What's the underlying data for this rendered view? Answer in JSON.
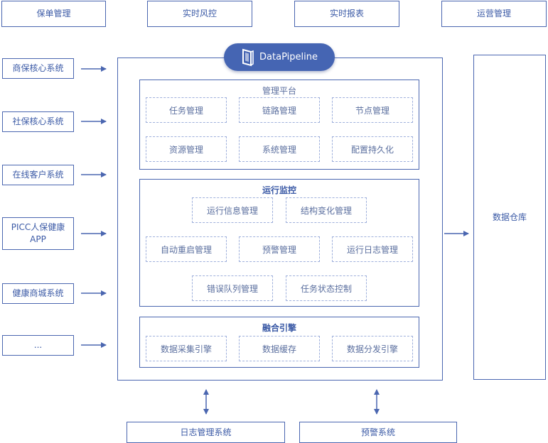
{
  "top_modules": [
    "保单管理",
    "实时风控",
    "实时报表",
    "运营管理"
  ],
  "sources": [
    "商保核心系统",
    "社保核心系统",
    "在线客户系统",
    "PICC人保健康APP",
    "健康商城系统",
    "..."
  ],
  "brand": "DataPipeline",
  "management": {
    "title": "管理平台",
    "items": [
      "任务管理",
      "链路管理",
      "节点管理",
      "资源管理",
      "系统管理",
      "配置持久化"
    ]
  },
  "monitoring": {
    "title": "运行监控",
    "items": [
      "运行信息管理",
      "结构变化管理",
      "自动重启管理",
      "预警管理",
      "运行日志管理",
      "错误队列管理",
      "任务状态控制"
    ]
  },
  "engine": {
    "title": "融合引擎",
    "items": [
      "数据采集引擎",
      "数据缓存",
      "数据分发引擎"
    ]
  },
  "warehouse": "数据仓库",
  "bottom_systems": [
    "日志管理系统",
    "预警系统"
  ],
  "colors": {
    "primary": "#4565b3",
    "border": "#4a66b0",
    "dashed": "#9fb0dc",
    "text": "#3b5aa6"
  }
}
